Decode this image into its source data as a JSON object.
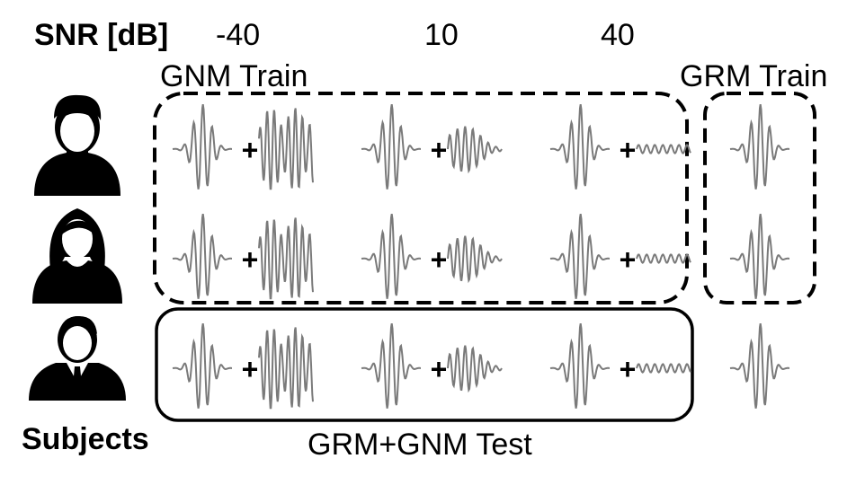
{
  "header": {
    "snr_label": "SNR [dB]",
    "snr_values": [
      "-40",
      "10",
      "40"
    ]
  },
  "groups": {
    "gnm_train": "GNM Train",
    "grm_train": "GRM Train",
    "test": "GRM+GNM Test"
  },
  "subjects_label": "Subjects",
  "subjects": [
    {
      "icon": "male-person-icon"
    },
    {
      "icon": "female-person-icon"
    },
    {
      "icon": "businessman-person-icon"
    }
  ],
  "operator": "+",
  "colors": {
    "line": "#000000",
    "wave": "#7a7a7a"
  }
}
